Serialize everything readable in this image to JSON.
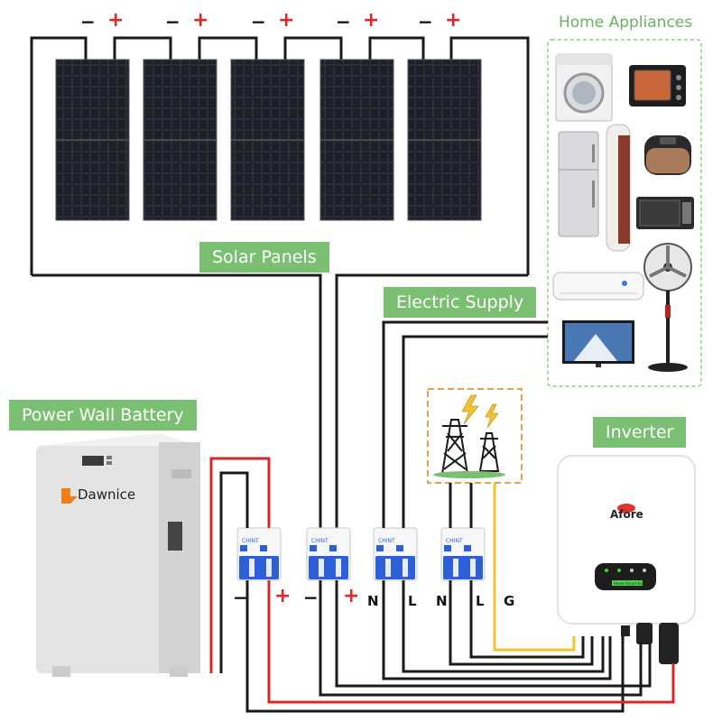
{
  "labels": {
    "solar_panels": "Solar Panels",
    "electric_supply": "Electric Supply",
    "power_wall_battery": "Power Wall Battery",
    "inverter": "Inverter",
    "home_appliances": "Home Appliances"
  },
  "brands": {
    "battery": "Dawnice",
    "inverter": "Afore",
    "breaker": "CHINT"
  },
  "panel_terminals": {
    "minus": "−",
    "plus": "+"
  },
  "breaker_terminals": {
    "battery_minus": "−",
    "battery_plus": "+",
    "solar_minus": "−",
    "solar_plus": "+",
    "load_n": "N",
    "load_l": "L",
    "grid_n": "N",
    "grid_l": "L",
    "ground": "G"
  },
  "inverter_screen_text": "Home Smart Energy",
  "icons": {
    "solar_panel": "solar-panel-icon",
    "washing_machine": "washing-machine-icon",
    "oven": "toaster-oven-icon",
    "fridge": "refrigerator-icon",
    "air_tower": "tower-air-conditioner-icon",
    "rice_cooker": "rice-cooker-icon",
    "microwave": "microwave-icon",
    "fan": "standing-fan-icon",
    "ac_unit": "wall-ac-icon",
    "tv": "television-icon",
    "transmission_tower": "transmission-tower-icon",
    "lightning": "lightning-icon"
  },
  "colors": {
    "label_green": "#7bbf72",
    "wire_red": "#d62a2a",
    "wire_black": "#1a1a1a",
    "wire_yellow": "#f2c230",
    "breaker_blue": "#2c5fd8"
  }
}
